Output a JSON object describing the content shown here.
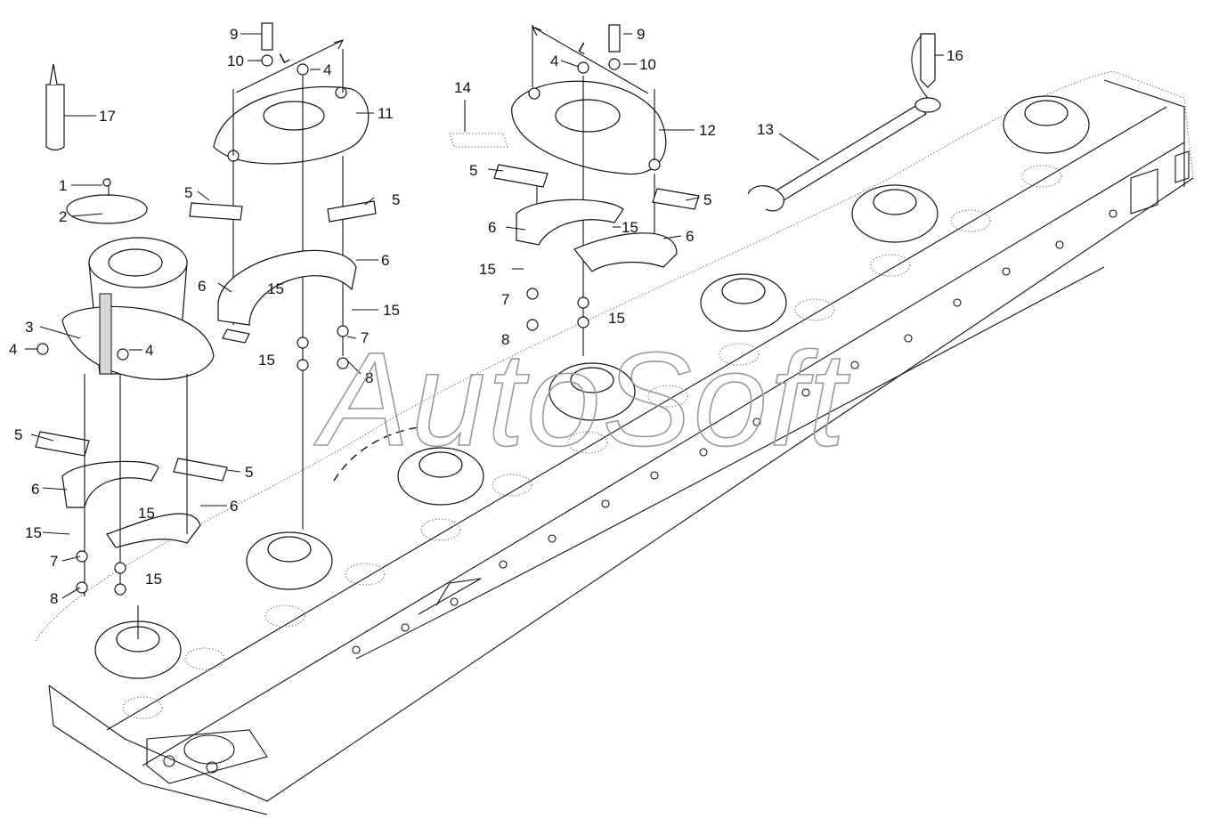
{
  "watermark": "AutoSoft",
  "callouts": [
    {
      "id": "c1",
      "text": "1"
    },
    {
      "id": "c2",
      "text": "2"
    },
    {
      "id": "c3",
      "text": "3"
    },
    {
      "id": "c4a",
      "text": "4"
    },
    {
      "id": "c4b",
      "text": "4"
    },
    {
      "id": "c4c",
      "text": "4"
    },
    {
      "id": "c4d",
      "text": "4"
    },
    {
      "id": "c5a",
      "text": "5"
    },
    {
      "id": "c5b",
      "text": "5"
    },
    {
      "id": "c5c",
      "text": "5"
    },
    {
      "id": "c5d",
      "text": "5"
    },
    {
      "id": "c5e",
      "text": "5"
    },
    {
      "id": "c5f",
      "text": "5"
    },
    {
      "id": "c6a",
      "text": "6"
    },
    {
      "id": "c6b",
      "text": "6"
    },
    {
      "id": "c6c",
      "text": "6"
    },
    {
      "id": "c6d",
      "text": "6"
    },
    {
      "id": "c6e",
      "text": "6"
    },
    {
      "id": "c6f",
      "text": "6"
    },
    {
      "id": "c7a",
      "text": "7"
    },
    {
      "id": "c7b",
      "text": "7"
    },
    {
      "id": "c7c",
      "text": "7"
    },
    {
      "id": "c8a",
      "text": "8"
    },
    {
      "id": "c8b",
      "text": "8"
    },
    {
      "id": "c8c",
      "text": "8"
    },
    {
      "id": "c9a",
      "text": "9"
    },
    {
      "id": "c9b",
      "text": "9"
    },
    {
      "id": "c10a",
      "text": "10"
    },
    {
      "id": "c10b",
      "text": "10"
    },
    {
      "id": "c11",
      "text": "11"
    },
    {
      "id": "c12",
      "text": "12"
    },
    {
      "id": "c13",
      "text": "13"
    },
    {
      "id": "c14",
      "text": "14"
    },
    {
      "id": "c15a",
      "text": "15"
    },
    {
      "id": "c15b",
      "text": "15"
    },
    {
      "id": "c15c",
      "text": "15"
    },
    {
      "id": "c15d",
      "text": "15"
    },
    {
      "id": "c15e",
      "text": "15"
    },
    {
      "id": "c15f",
      "text": "15"
    },
    {
      "id": "c15g",
      "text": "15"
    },
    {
      "id": "c15h",
      "text": "15"
    },
    {
      "id": "c15i",
      "text": "15"
    },
    {
      "id": "c16",
      "text": "16"
    },
    {
      "id": "c17",
      "text": "17"
    }
  ],
  "dimension_label_left": "L",
  "dimension_label_right": "L"
}
